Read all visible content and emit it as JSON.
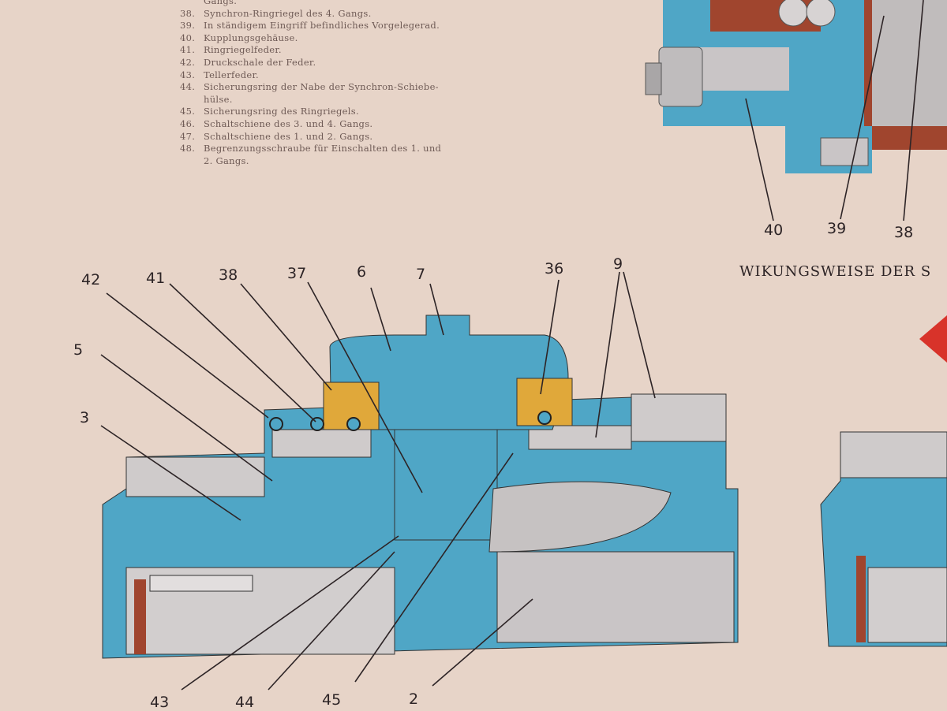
{
  "legend": {
    "partial_line": "Gangs.",
    "items": [
      {
        "num": "38.",
        "text": "Synchron-Ringriegel des 4. Gangs."
      },
      {
        "num": "39.",
        "text": "In ständigem Eingriff befindliches Vorgelegerad."
      },
      {
        "num": "40.",
        "text": "Kupplungsgehäuse."
      },
      {
        "num": "41.",
        "text": "Ringriegelfeder."
      },
      {
        "num": "42.",
        "text": "Druckschale der Feder."
      },
      {
        "num": "43.",
        "text": "Tellerfeder."
      },
      {
        "num": "44.",
        "text": "Sicherungsring der Nabe der Synchron-Schiebe-",
        "cont": "hülse."
      },
      {
        "num": "45.",
        "text": "Sicherungsring des Ringriegels."
      },
      {
        "num": "46.",
        "text": "Schaltschiene des 3. und 4. Gangs."
      },
      {
        "num": "47.",
        "text": "Schaltschiene des 1. und 2. Gangs."
      },
      {
        "num": "48.",
        "text": "Begrenzungsschraube für Einschalten des 1. und",
        "cont": "2. Gangs."
      }
    ]
  },
  "heading": "WIKUNGSWEISE DER S",
  "callouts": {
    "c42": "42",
    "c41": "41",
    "c38": "38",
    "c37": "37",
    "c6": "6",
    "c7": "7",
    "c36": "36",
    "c9": "9",
    "c5": "5",
    "c3": "3",
    "c43": "43",
    "c44": "44",
    "c45": "45",
    "c2": "2",
    "c40": "40",
    "c39": "39",
    "c38b": "38"
  },
  "colors": {
    "paper": "#e7d4c8",
    "blue": "#4fa6c6",
    "steel": "#c9c5c6",
    "brass": "#e0a83a",
    "red": "#a0452e"
  }
}
